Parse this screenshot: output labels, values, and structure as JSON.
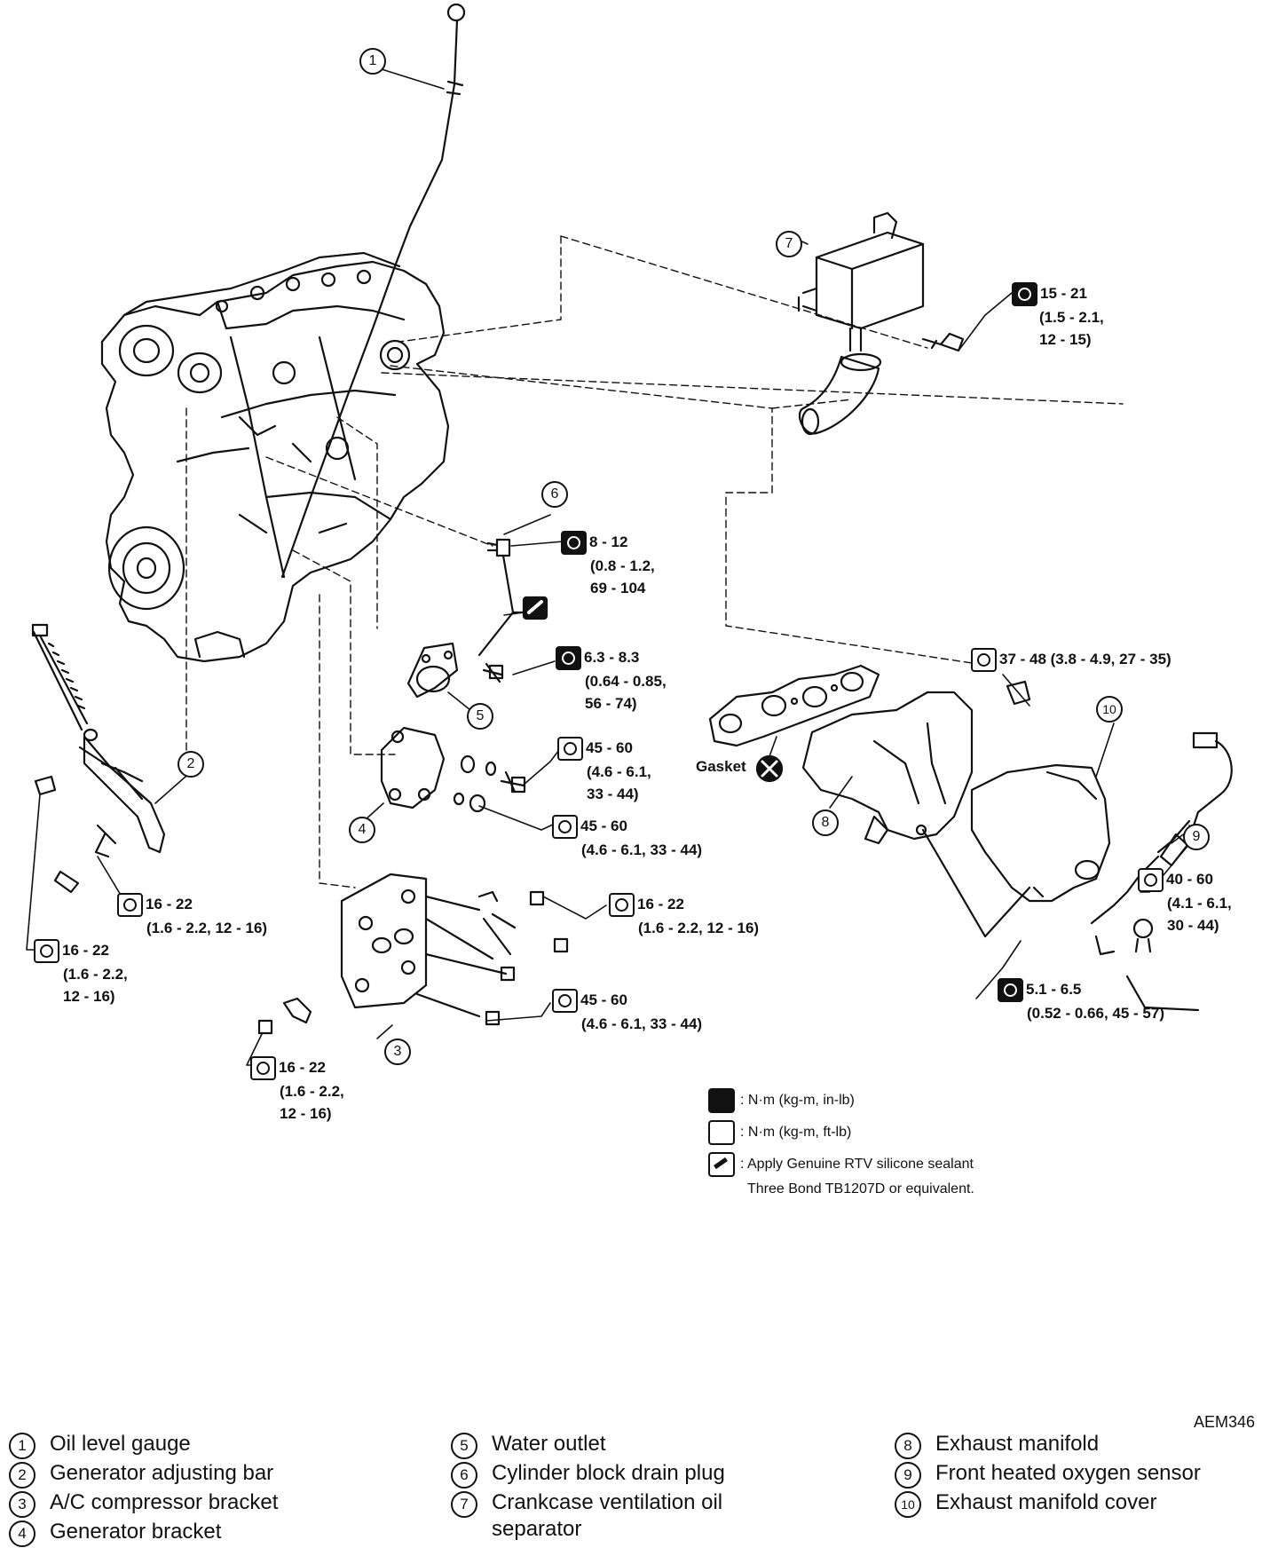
{
  "figure_code": "AEM346",
  "gasket_label": "Gasket",
  "callouts": [
    "1",
    "2",
    "3",
    "4",
    "5",
    "6",
    "7",
    "8",
    "9",
    "10"
  ],
  "specs": [
    {
      "id": "s7",
      "icon": "closed-wrench",
      "lines": [
        "15 - 21",
        "(1.5 - 2.1,",
        "12 - 15)"
      ]
    },
    {
      "id": "s6",
      "icon": "closed-wrench",
      "lines": [
        "8 - 12",
        "(0.8 - 1.2,",
        "69 - 104"
      ]
    },
    {
      "id": "s5",
      "icon": "closed-wrench",
      "lines": [
        "6.3 - 8.3",
        "(0.64 - 0.85,",
        "56 - 74)"
      ]
    },
    {
      "id": "s8",
      "icon": "open-wrench",
      "lines": [
        "37 - 48 (3.8 - 4.9, 27 - 35)"
      ]
    },
    {
      "id": "s4a",
      "icon": "open-wrench",
      "lines": [
        "45 - 60",
        "(4.6 - 6.1,",
        "33 - 44)"
      ]
    },
    {
      "id": "s4b",
      "icon": "open-wrench",
      "lines": [
        "45 - 60",
        "(4.6 - 6.1, 33 - 44)"
      ]
    },
    {
      "id": "s2a",
      "icon": "open-wrench",
      "lines": [
        "16 - 22",
        "(1.6 - 2.2, 12 - 16)"
      ]
    },
    {
      "id": "s2b",
      "icon": "open-wrench",
      "lines": [
        "16 - 22",
        "(1.6 - 2.2,",
        "12 - 16)"
      ]
    },
    {
      "id": "s3a",
      "icon": "open-wrench",
      "lines": [
        "16 - 22",
        "(1.6 - 2.2, 12 - 16)"
      ]
    },
    {
      "id": "s3b",
      "icon": "open-wrench",
      "lines": [
        "45 - 60",
        "(4.6 - 6.1, 33 - 44)"
      ]
    },
    {
      "id": "s3c",
      "icon": "open-wrench",
      "lines": [
        "16 - 22",
        "(1.6 - 2.2,",
        "12 - 16)"
      ]
    },
    {
      "id": "s9",
      "icon": "open-wrench",
      "lines": [
        "40 - 60",
        "(4.1 - 6.1,",
        "30 - 44)"
      ]
    },
    {
      "id": "s10",
      "icon": "closed-wrench",
      "lines": [
        "5.1 - 6.5",
        "(0.52 - 0.66, 45 - 57)"
      ]
    }
  ],
  "legend": [
    {
      "icon": "closed-wrench",
      "text": ": N·m (kg-m, in-lb)"
    },
    {
      "icon": "open-wrench",
      "text": ": N·m (kg-m, ft-lb)"
    },
    {
      "icon": "sealant",
      "text": ": Apply Genuine RTV silicone sealant",
      "text2": "Three Bond TB1207D or equivalent."
    }
  ],
  "parts": [
    [
      {
        "num": "1",
        "name": "Oil level gauge"
      },
      {
        "num": "2",
        "name": "Generator adjusting bar"
      },
      {
        "num": "3",
        "name": "A/C compressor bracket"
      },
      {
        "num": "4",
        "name": "Generator bracket"
      }
    ],
    [
      {
        "num": "5",
        "name": "Water outlet"
      },
      {
        "num": "6",
        "name": "Cylinder block drain plug"
      },
      {
        "num": "7",
        "name": "Crankcase ventilation oil",
        "name2": "separator"
      }
    ],
    [
      {
        "num": "8",
        "name": "Exhaust manifold"
      },
      {
        "num": "9",
        "name": "Front heated oxygen sensor"
      },
      {
        "num": "10",
        "name": "Exhaust manifold cover"
      }
    ]
  ]
}
